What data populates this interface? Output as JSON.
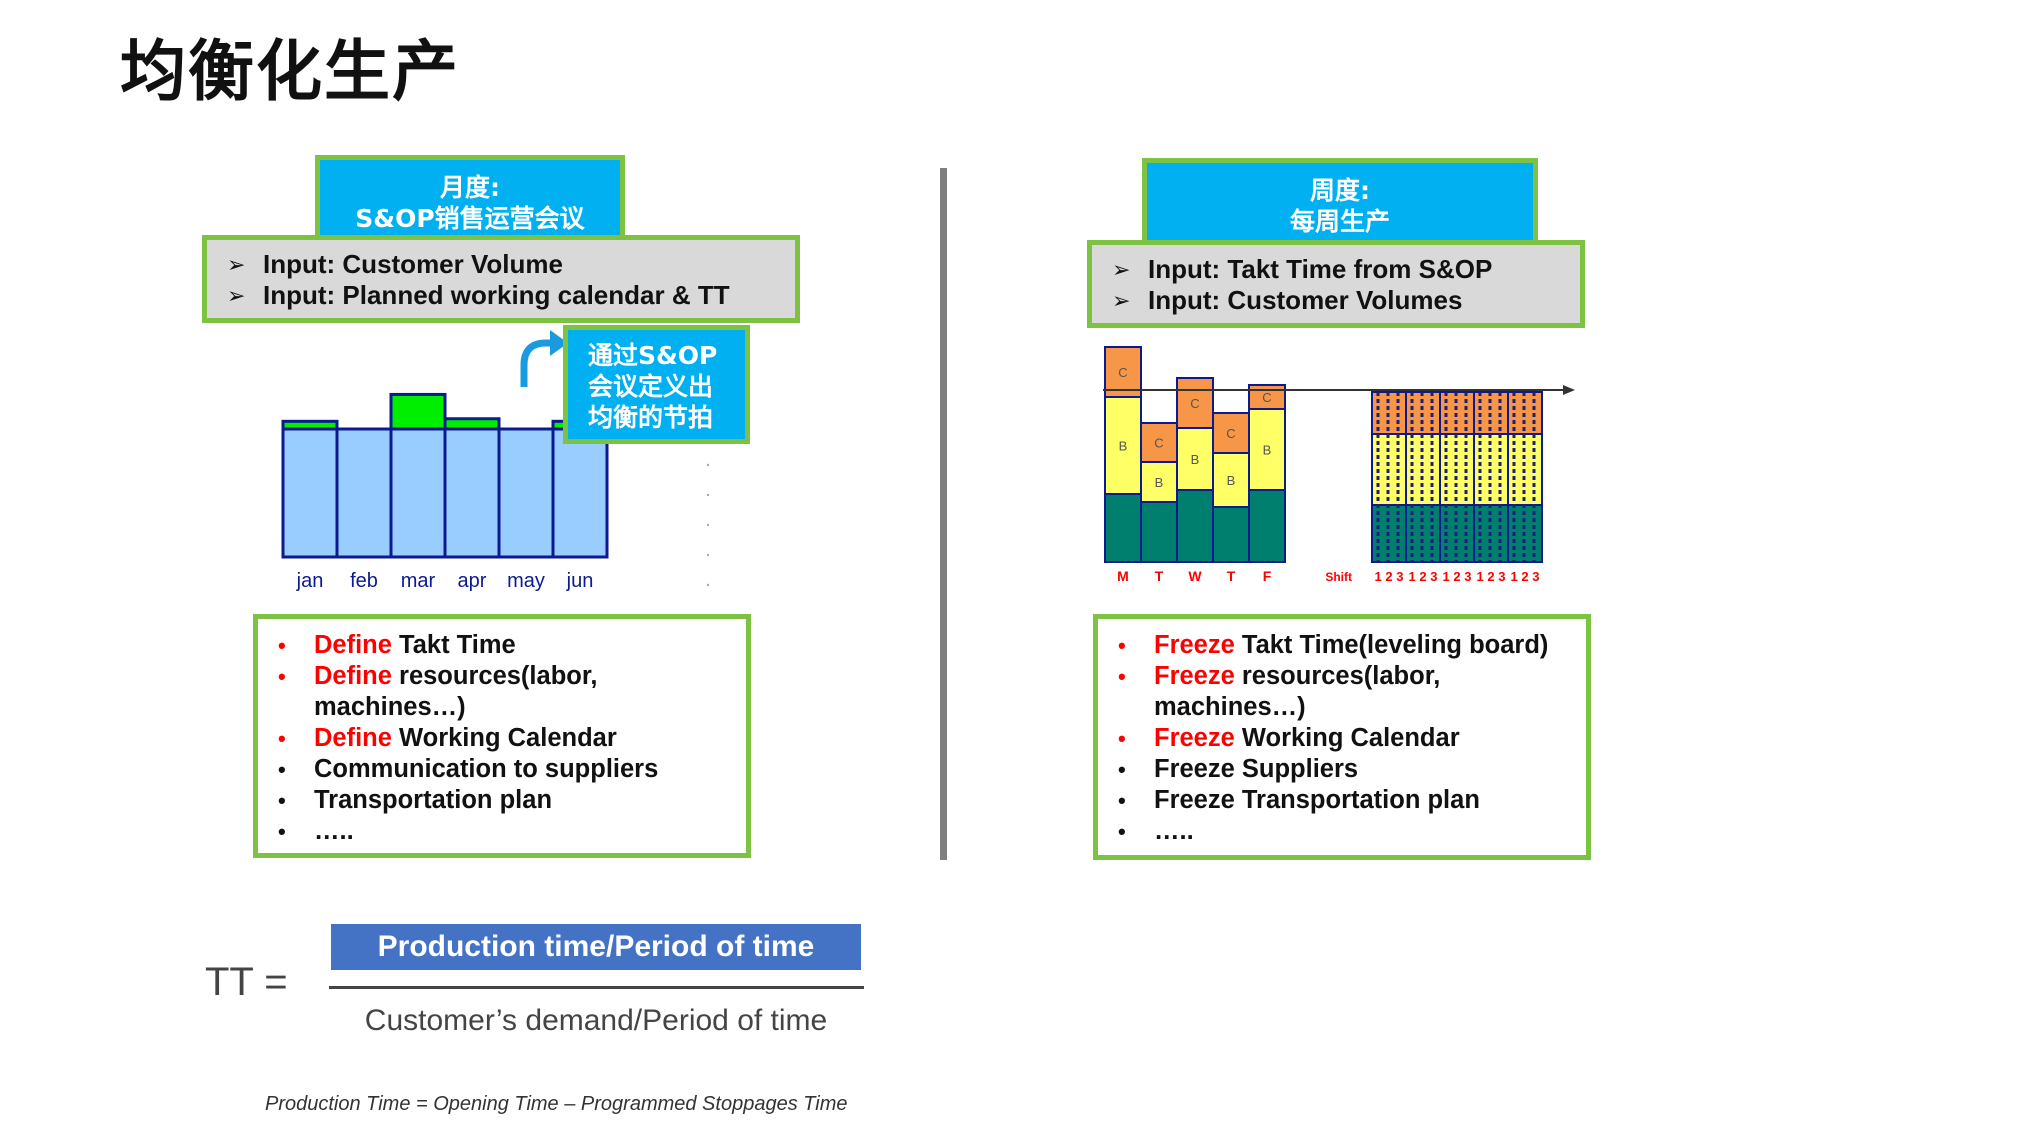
{
  "title": "均衡化生产",
  "monthly": {
    "header_line1": "月度:",
    "header_line2": "S&OP销售运营会议",
    "inputs": [
      "Input: Customer Volume",
      "Input: Planned working calendar & TT"
    ],
    "callout_lines": [
      "通过S&OP",
      "会议定义出",
      "均衡的节拍"
    ],
    "chart_data": {
      "type": "bar",
      "categories": [
        "jan",
        "feb",
        "mar",
        "apr",
        "may",
        "jun"
      ],
      "series": [
        {
          "values": [
            100,
            100,
            100,
            100,
            100,
            100
          ]
        },
        {
          "values": [
            6,
            0,
            27,
            8,
            0,
            6
          ]
        }
      ]
    },
    "bullets": [
      {
        "kw": "Define",
        "rest": " Takt Time",
        "kw_red": true
      },
      {
        "kw": "Define",
        "rest": " resources(labor,",
        "kw_red": true
      },
      {
        "kw": "",
        "rest": "machines…)",
        "cont": true
      },
      {
        "kw": "Define",
        "rest": " Working Calendar",
        "kw_red": true
      },
      {
        "kw": "",
        "rest": "Communication to suppliers"
      },
      {
        "kw": "",
        "rest": "Transportation plan"
      },
      {
        "kw": "",
        "rest": "….."
      }
    ]
  },
  "weekly": {
    "header_line1": "周度:",
    "header_line2": "每周生产",
    "inputs": [
      "Input: Takt Time from S&OP",
      "Input: Customer Volumes"
    ],
    "chart_data": {
      "type": "bar",
      "categories": [
        "M",
        "T",
        "W",
        "T",
        "F"
      ],
      "stack_labels": [
        "B",
        "C"
      ],
      "shift_label": "Shift",
      "shift_groups": [
        "1 2 3",
        "1 2 3",
        "1 2 3",
        "1 2 3",
        "1 2 3"
      ],
      "colors": {
        "base": "#007f6e",
        "B": "#ffff66",
        "C": "#f79646"
      }
    },
    "bullets": [
      {
        "kw": "Freeze",
        "rest": " Takt Time(leveling board)",
        "kw_red": true
      },
      {
        "kw": "Freeze",
        "rest": " resources(labor,",
        "kw_red": true
      },
      {
        "kw": "",
        "rest": "machines…)",
        "cont": true
      },
      {
        "kw": "Freeze",
        "rest": " Working Calendar",
        "kw_red": true
      },
      {
        "kw": "",
        "rest": "Freeze Suppliers"
      },
      {
        "kw": "",
        "rest": "Freeze Transportation plan"
      },
      {
        "kw": "",
        "rest": "….."
      }
    ]
  },
  "formula": {
    "lhs": "TT =",
    "numerator": "Production time/Period of time",
    "denominator": "Customer’s demand/Period of time",
    "footnote": "Production Time = Opening Time – Programmed Stoppages Time"
  }
}
